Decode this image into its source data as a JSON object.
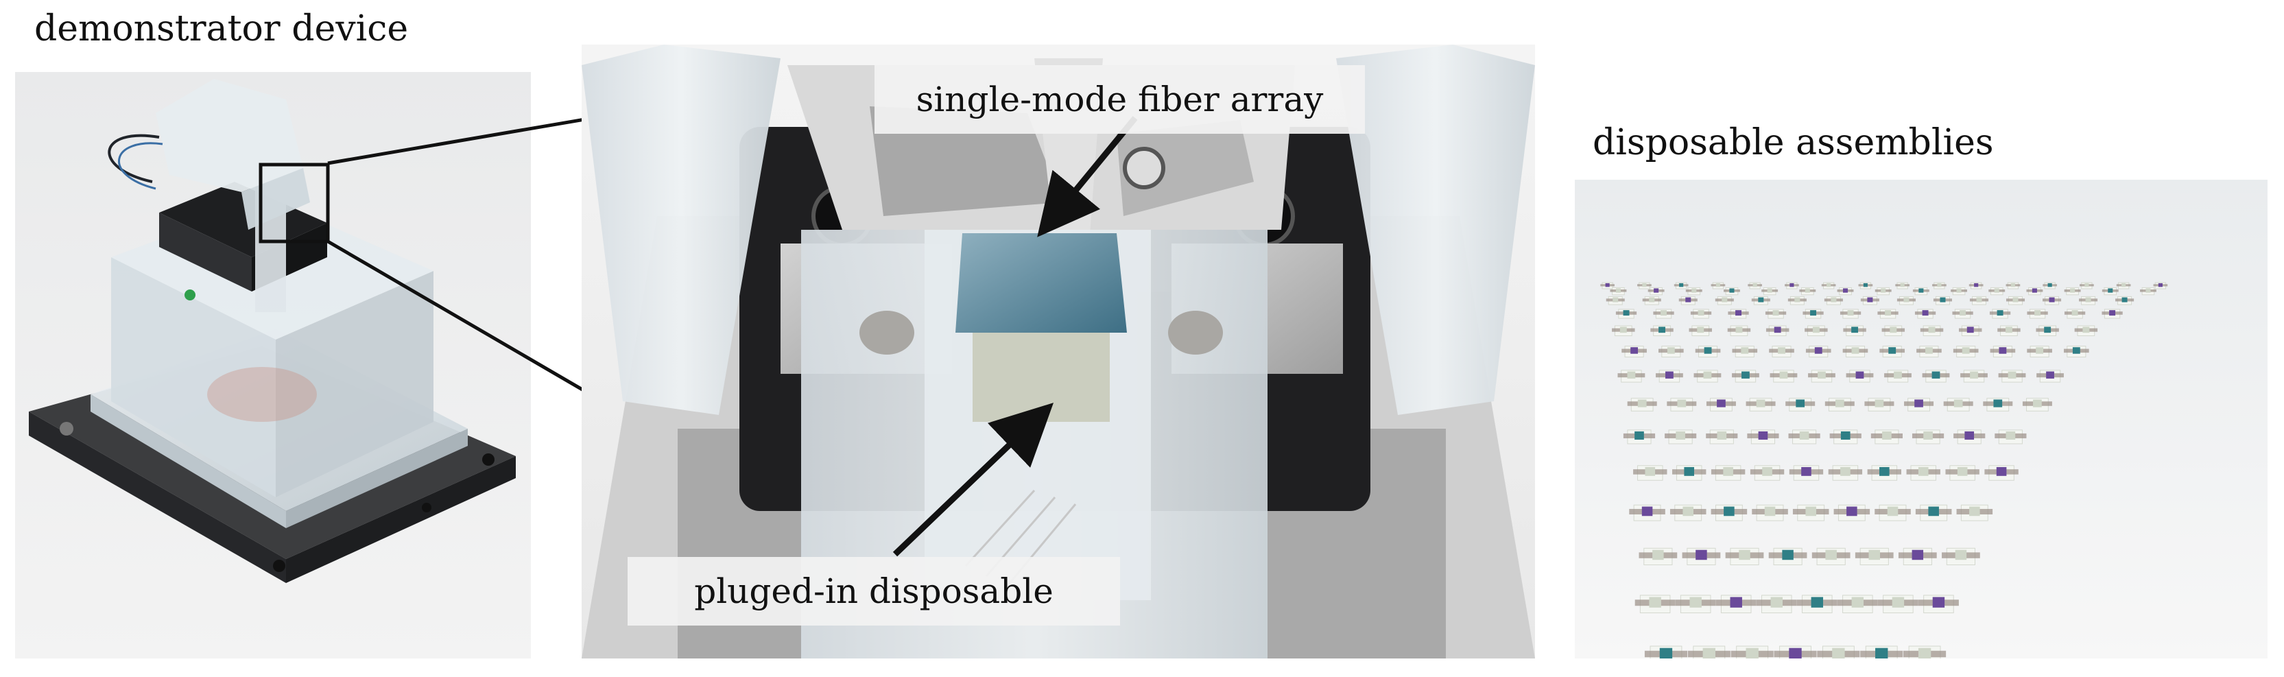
{
  "labels": {
    "left_caption": "demonstrator device",
    "right_caption": "disposable assemblies",
    "fiber_array": "single-mode fiber array",
    "disposable": "pluged-in disposable"
  },
  "colors": {
    "background": "#ffffff",
    "label_box": "#f2f2f2",
    "acrylic": "#dfe6ea",
    "metal_dark": "#2b2b2b",
    "aluminium": "#b9b9b9",
    "chip_teal": "#2f7f86",
    "chip_purple": "#6a4a9a"
  },
  "icons": [
    "arrow-pointer",
    "zoom-box",
    "zoom-connector-line"
  ]
}
